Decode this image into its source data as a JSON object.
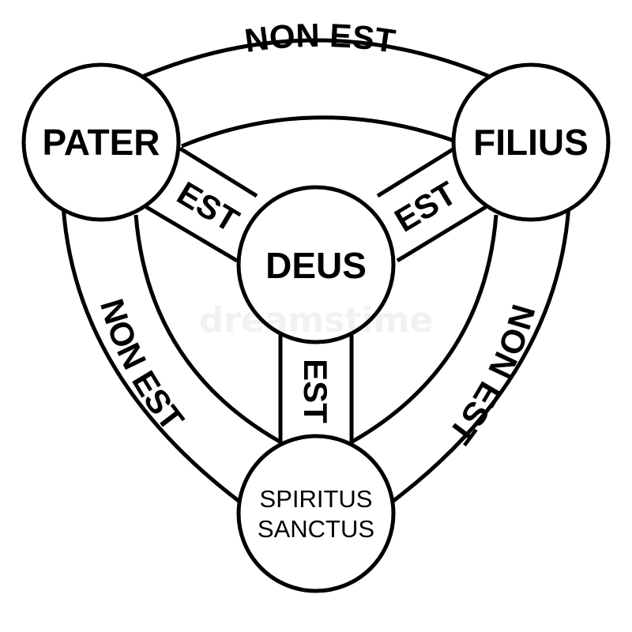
{
  "nodes": {
    "father": "PATER",
    "son": "FILIUS",
    "god": "DEUS",
    "spirit_line1": "SPIRITUS",
    "spirit_line2": "SANCTUS"
  },
  "edges": {
    "father_son": "NON EST",
    "son_spirit": "NON EST",
    "spirit_father": "NON EST",
    "father_god": "EST",
    "son_god": "EST",
    "spirit_god": "EST"
  },
  "watermark": "dreamstime",
  "colors": {
    "line": "#000000",
    "background": "#ffffff"
  }
}
